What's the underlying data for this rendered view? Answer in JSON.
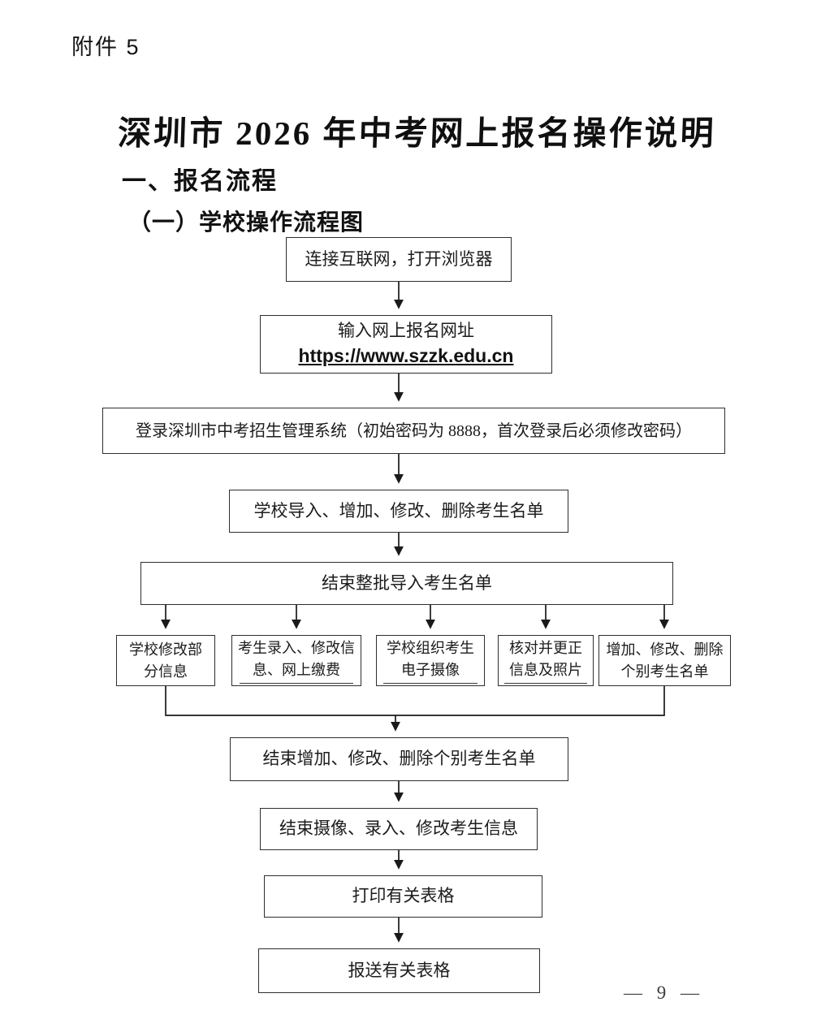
{
  "page": {
    "attachment_label": "附件 5",
    "page_number": "— 9 —",
    "ink_color": "#1a1a1a",
    "background_color": "#ffffff"
  },
  "title": "深圳市 2026 年中考网上报名操作说明",
  "headings": {
    "section": "一、报名流程",
    "subsection": "（一）学校操作流程图"
  },
  "flowchart": {
    "steps": [
      {
        "id": "connect-internet",
        "label": "连接互联网，打开浏览器"
      },
      {
        "id": "enter-url",
        "label": "输入网上报名网址",
        "url": "https://www.szzk.edu.cn"
      },
      {
        "id": "login-system",
        "label": "登录深圳市中考招生管理系统（初始密码为 8888，首次登录后必须修改密码）"
      },
      {
        "id": "school-import",
        "label": "学校导入、增加、修改、删除考生名单"
      },
      {
        "id": "finish-batch-import",
        "label": "结束整批导入考生名单"
      }
    ],
    "parallel": [
      {
        "id": "school-modify-info",
        "lines": [
          "学校修改部",
          "分信息"
        ],
        "underline_line2": false
      },
      {
        "id": "candidate-entry-pay",
        "lines": [
          "考生录入、修改信",
          "息、网上缴费"
        ],
        "underline_line2": true
      },
      {
        "id": "school-photo",
        "lines": [
          "学校组织考生",
          "电子摄像"
        ],
        "underline_line2": true
      },
      {
        "id": "verify-correct",
        "lines": [
          "核对并更正",
          "信息及照片"
        ],
        "underline_line2": true
      },
      {
        "id": "individual-list",
        "lines": [
          "增加、修改、删除",
          "个别考生名单"
        ],
        "underline_line2": false
      }
    ],
    "tail_steps": [
      {
        "id": "finish-individual",
        "label": "结束增加、修改、删除个别考生名单"
      },
      {
        "id": "finish-photo-entry",
        "label": "结束摄像、录入、修改考生信息"
      },
      {
        "id": "print-forms",
        "label": "打印有关表格"
      },
      {
        "id": "submit-forms",
        "label": "报送有关表格"
      }
    ]
  }
}
